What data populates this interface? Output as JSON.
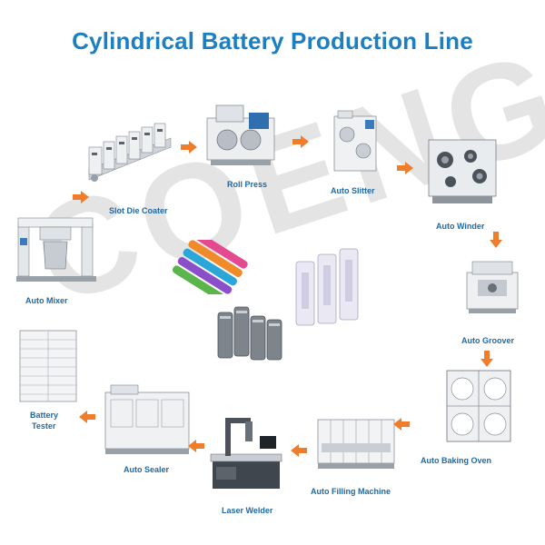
{
  "title": "Cylindrical Battery Production Line",
  "watermark": "COENG",
  "colors": {
    "title": "#1b7fc2",
    "label": "#1e6aa8",
    "arrow": "#ef7d2b"
  },
  "stations": [
    {
      "id": "slot-die-coater",
      "label": "Slot Die Coater",
      "icon": "slot-die-coater-machine-icon"
    },
    {
      "id": "roll-press",
      "label": "Roll Press",
      "icon": "roll-press-machine-icon"
    },
    {
      "id": "auto-slitter",
      "label": "Auto Slitter",
      "icon": "slitter-machine-icon"
    },
    {
      "id": "auto-winder",
      "label": "Auto Winder",
      "icon": "winder-machine-icon"
    },
    {
      "id": "auto-groover",
      "label": "Auto Groover",
      "icon": "groover-machine-icon"
    },
    {
      "id": "auto-baking-oven",
      "label": "Auto Baking Oven",
      "icon": "baking-oven-icon"
    },
    {
      "id": "auto-filling-machine",
      "label": "Auto Filling Machine",
      "icon": "filling-machine-icon"
    },
    {
      "id": "laser-welder",
      "label": "Laser Welder",
      "icon": "laser-welder-icon"
    },
    {
      "id": "auto-sealer",
      "label": "Auto Sealer",
      "icon": "sealer-machine-icon"
    },
    {
      "id": "battery-tester",
      "label_line1": "Battery",
      "label_line2": "Tester",
      "icon": "battery-tester-icon"
    },
    {
      "id": "auto-mixer",
      "label": "Auto Mixer",
      "icon": "mixer-machine-icon"
    }
  ],
  "products": [
    {
      "icon": "colored-cylindrical-cells-icon"
    },
    {
      "icon": "white-cylindrical-cells-icon"
    },
    {
      "icon": "gray-cylindrical-cells-icon"
    }
  ]
}
